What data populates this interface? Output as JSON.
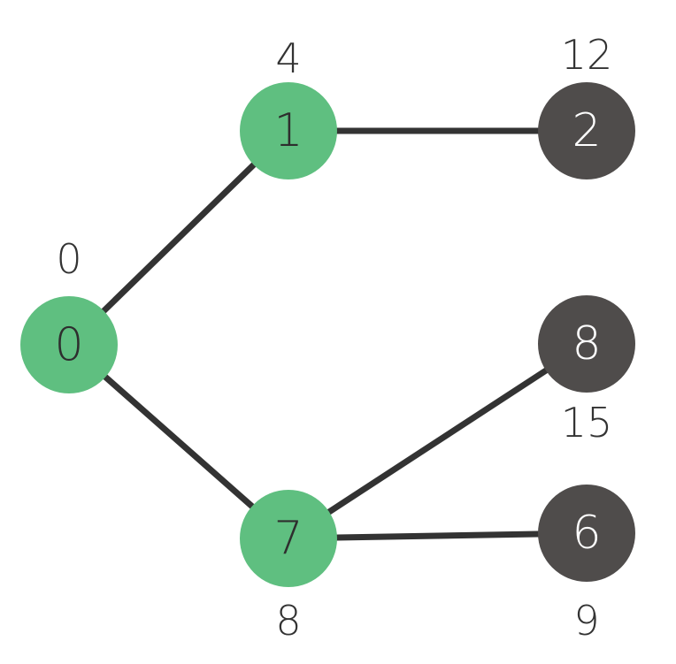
{
  "colors": {
    "visited": "#5fbf80",
    "unvisited": "#4f4c4b",
    "edge": "#333333",
    "label_on_visited": "#2e2e2e",
    "label_on_unvisited": "#ffffff",
    "distance_text": "#333333"
  },
  "nodes": [
    {
      "id": "0",
      "label": "0",
      "distance": "0",
      "state": "visited"
    },
    {
      "id": "1",
      "label": "1",
      "distance": "4",
      "state": "visited"
    },
    {
      "id": "2",
      "label": "2",
      "distance": "12",
      "state": "unvisited"
    },
    {
      "id": "7",
      "label": "7",
      "distance": "8",
      "state": "visited"
    },
    {
      "id": "8",
      "label": "8",
      "distance": "15",
      "state": "unvisited"
    },
    {
      "id": "6",
      "label": "6",
      "distance": "9",
      "state": "unvisited"
    }
  ],
  "edges": [
    {
      "from": "0",
      "to": "1"
    },
    {
      "from": "1",
      "to": "2"
    },
    {
      "from": "0",
      "to": "7"
    },
    {
      "from": "7",
      "to": "8"
    },
    {
      "from": "7",
      "to": "6"
    }
  ]
}
